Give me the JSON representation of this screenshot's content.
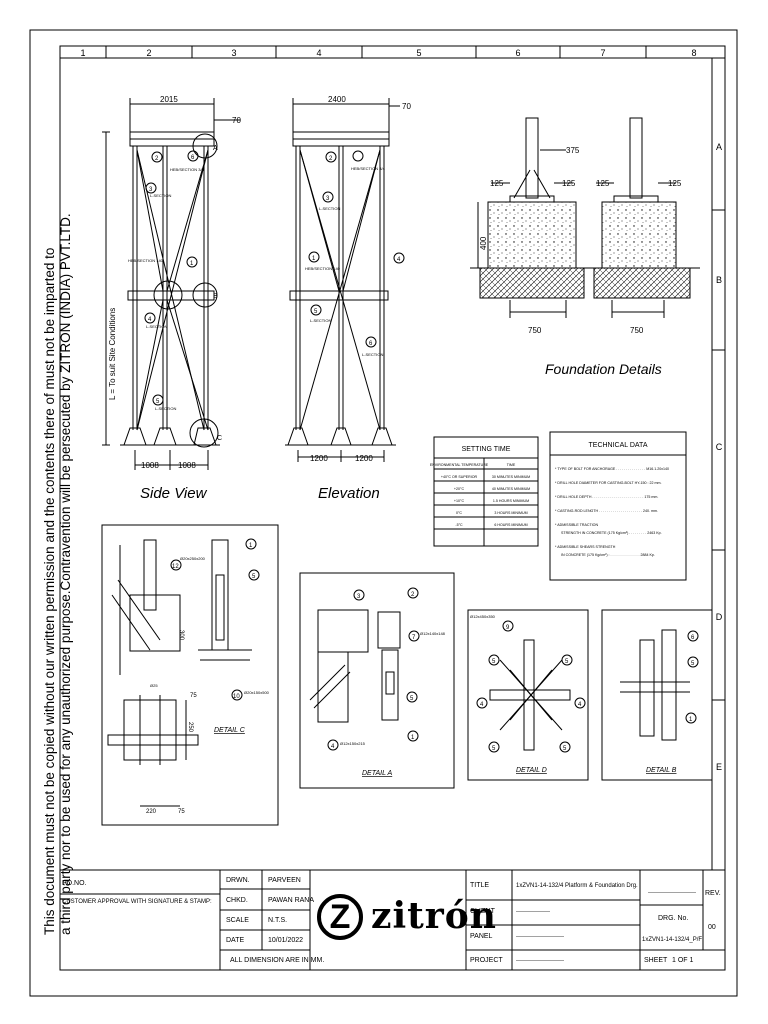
{
  "notice": {
    "line1": "This document must not be copied without our written permission and the contents there of must not be imparted to",
    "line2": "a third party nor to be used for any unauthorized purpose.Contravention will be persecuted by ZITRON (INDIA) PVT.LTD."
  },
  "grid": {
    "columns": [
      "1",
      "2",
      "3",
      "4",
      "5",
      "6",
      "7",
      "8"
    ],
    "rows": [
      "A",
      "B",
      "C",
      "D",
      "E"
    ]
  },
  "views": {
    "side_view": {
      "title": "Side View",
      "top_dim": "2015",
      "top_offset": "70",
      "bottom_dims": [
        "1008",
        "1008"
      ],
      "length_note": "L = To suit Site Conditions",
      "detail_marks": [
        "A",
        "B",
        "C"
      ],
      "callouts": [
        "1",
        "2",
        "3",
        "4",
        "5",
        "6"
      ],
      "notes": [
        "HEB/SECTION 140",
        "HEB/SECTION 3/4",
        "L-SECTION",
        "L-SECTION",
        "L-SECTION"
      ]
    },
    "elevation": {
      "title": "Elevation",
      "top_dim": "2400",
      "top_offset": "70",
      "bottom_dims": [
        "1200",
        "1200"
      ],
      "callouts": [
        "1",
        "2",
        "3",
        "4",
        "5",
        "6"
      ],
      "notes": [
        "HEB/SECTION 140",
        "HEB/SECTION 3/4",
        "L-SECTION",
        "L-SECTION",
        "L-SECTION"
      ]
    },
    "foundation": {
      "title": "Foundation Details",
      "dims": [
        "375",
        "125",
        "125",
        "125",
        "125",
        "400",
        "750",
        "750"
      ]
    }
  },
  "setting_time": {
    "title": "SETTING TIME",
    "headers": [
      "ENVIRONMENTAL TEMPERATURE",
      "TIME"
    ],
    "rows": [
      [
        "+40°C OR SUPERIOR",
        "30 MINUTES MINIMUM"
      ],
      [
        "+20°C",
        "40 MINUTES MINIMUM"
      ],
      [
        "+10°C",
        "1.5 HOURS MINIMUM"
      ],
      [
        "0°C",
        "3 HOURS MINIMUM"
      ],
      [
        "-5°C",
        "6 HOURS MINIMUM"
      ]
    ]
  },
  "technical_data": {
    "title": "TECHNICAL DATA",
    "items": [
      "* TYPE OF BOLT FOR ANCHORAGE . . . . . . . . . . . . . . . M16.1.20x140",
      "* DRILL HOLE DIAMETER FOR CASTING-BOLT HY-150 : 22 mm.",
      "* DRILL HOLE DEPTH . . . . . . . . . . . . . . . . . . . . . . . . . . 175 mm.",
      "* CASTING-ROD LENGTH . . . . . . . . . . . . . . . . . . . . . . 240. mm.",
      "* ADMISSIBLE TRACTION\nSTRENGTH IN CONCRETE (175 Kg/cm²) . . . . . . . . . 2463 Kp.",
      "* ADMISSIBLE SHEARS STRENGTH\nIN CONCRETE (175 Kg/cm²) : . . . . . . . . . . . . . . . 2884 Kp."
    ]
  },
  "details": {
    "c": {
      "title": "DETAIL C",
      "labels": [
        "1",
        "5",
        "12",
        "10",
        "300",
        "250",
        "75",
        "75",
        "220",
        "Ø20x250x200",
        "Ø20x150x500",
        "Ø25"
      ]
    },
    "a": {
      "title": "DETAIL A",
      "labels": [
        "1",
        "2",
        "3",
        "4",
        "5",
        "7",
        "Ø12x140x148",
        "Ø12x150x215"
      ]
    },
    "d": {
      "title": "DETAIL D",
      "labels": [
        "4",
        "4",
        "5",
        "5",
        "5",
        "5",
        "9",
        "Ø12x450x350"
      ]
    },
    "b": {
      "title": "DETAIL B",
      "labels": [
        "1",
        "5",
        "6"
      ]
    }
  },
  "title_block": {
    "po_no_label": "PO.NO.",
    "customer_label": "CUSTOMER APPROVAL WITH SIGNATURE & STAMP:",
    "drwn_label": "DRWN.",
    "drwn_value": "PARVEEN",
    "chkd_label": "CHKD.",
    "chkd_value": "PAWAN RANA",
    "scale_label": "SCALE",
    "scale_value": "N.T.S.",
    "date_label": "DATE",
    "date_value": "10/01/2022",
    "dimension_note": "ALL DIMENSION ARE IN MM.",
    "logo_text": "zitrón",
    "logo_mark": "Z",
    "title_label": "TITLE",
    "title_value": "1xZVN1-14-132/4 Platform & Foundation Drg.",
    "client_label": "CLIENT",
    "client_value": "-----------------",
    "panel_label": "PANEL",
    "panel_value": "------------------------",
    "project_label": "PROJECT",
    "project_value": "------------------------",
    "blank_value": "------------------------",
    "drg_label": "DRG. No.",
    "drg_value": "1xZVN1-14-132/4_P/F",
    "rev_label": "REV.",
    "rev_value": "00",
    "sheet_label": "SHEET",
    "sheet_value": "1 OF 1"
  },
  "colors": {
    "ink": "#000000",
    "background": "#ffffff"
  }
}
